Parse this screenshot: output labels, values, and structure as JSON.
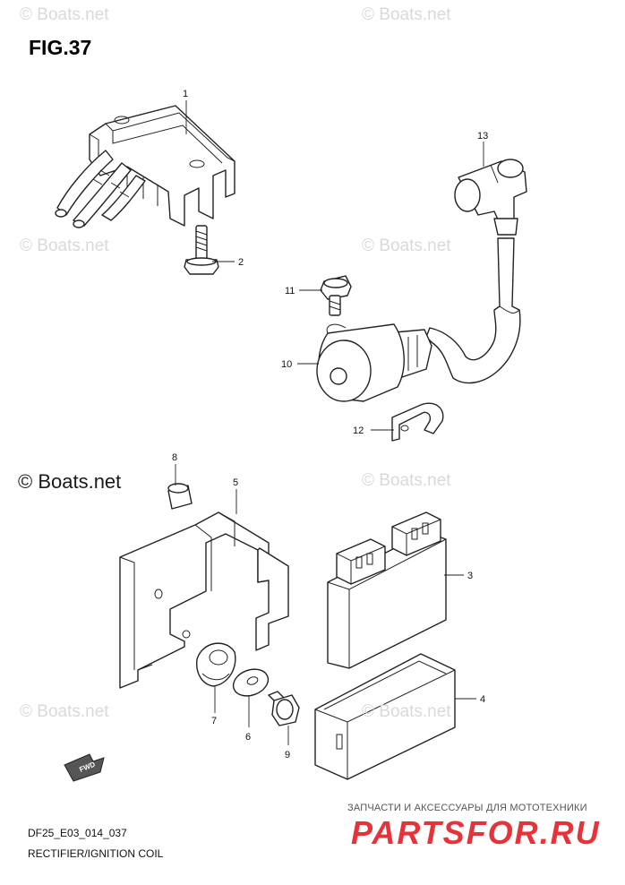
{
  "figure": {
    "title": "FIG.37",
    "code": "DF25_E03_014_037",
    "caption": "RECTIFIER/IGNITION COIL"
  },
  "watermarks": {
    "light": [
      "© Boats.net",
      "© Boats.net",
      "© Boats.net",
      "© Boats.net",
      "© Boats.net",
      "© Boats.net",
      "© Boats.net"
    ],
    "strong": "© Boats.net"
  },
  "shop": {
    "tagline": "ЗАПЧАСТИ И АКСЕССУАРЫ ДЛЯ МОТОТЕХНИКИ",
    "logo": "PARTSFOR.RU"
  },
  "direction_badge": "FWD",
  "callouts": [
    "1",
    "2",
    "3",
    "4",
    "5",
    "6",
    "7",
    "8",
    "9",
    "10",
    "11",
    "12",
    "13"
  ]
}
